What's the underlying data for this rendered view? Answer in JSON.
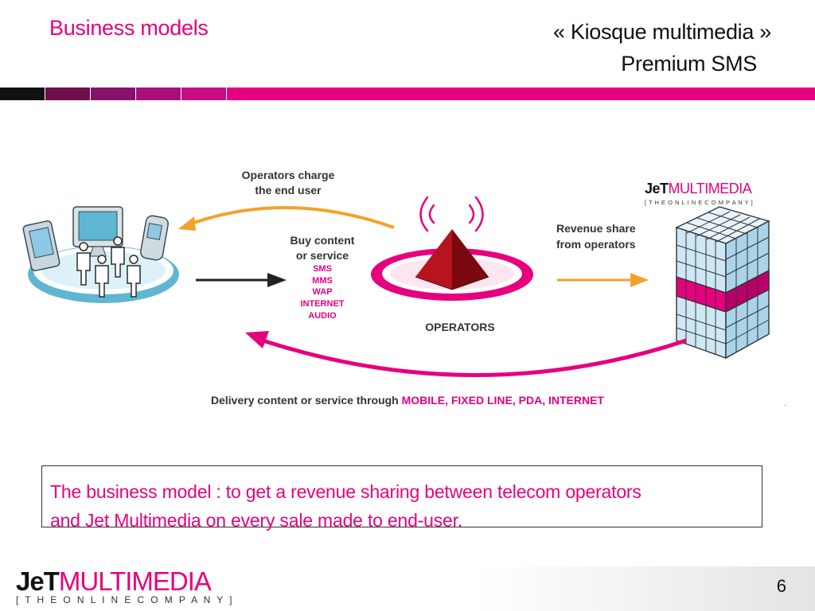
{
  "header": {
    "title": "Business models",
    "subtitle_line1": "« Kiosque multimedia »",
    "subtitle_line2": "Premium SMS"
  },
  "colors": {
    "accent": "#e6007e",
    "arrow_orange": "#f4a12a",
    "arrow_dark": "#222222",
    "platform": "#5fb6d2",
    "pyramid": "#a8101c",
    "building_glass": "#cde8f4"
  },
  "diagram": {
    "operators_charge_line1": "Operators charge",
    "operators_charge_line2": "the end user",
    "buy_line1": "Buy content",
    "buy_line2": "or service",
    "channels": [
      "SMS",
      "MMS",
      "WAP",
      "INTERNET",
      "AUDIO"
    ],
    "operators_label": "OPERATORS",
    "revenue_line1": "Revenue share",
    "revenue_line2": "from operators",
    "delivery_prefix": "Delivery content or service through ",
    "delivery_channels": "MOBILE, FIXED LINE, PDA, INTERNET",
    "logo_jet": "JeT",
    "logo_multimedia": "MULTIMEDIA",
    "logo_tagline": "[ T H E   O N L I N E   C O M P A N Y ]",
    "dot": "."
  },
  "callout": {
    "line1": "The business model : to get a revenue sharing between telecom operators",
    "line2": "and Jet Multimedia on every sale made to end-user."
  },
  "footer": {
    "logo_jet": "JeT",
    "logo_multimedia": "MULTIMEDIA",
    "logo_tagline": "[ T H E   O N L I N E   C O M P A N Y ]",
    "page_number": "6"
  }
}
